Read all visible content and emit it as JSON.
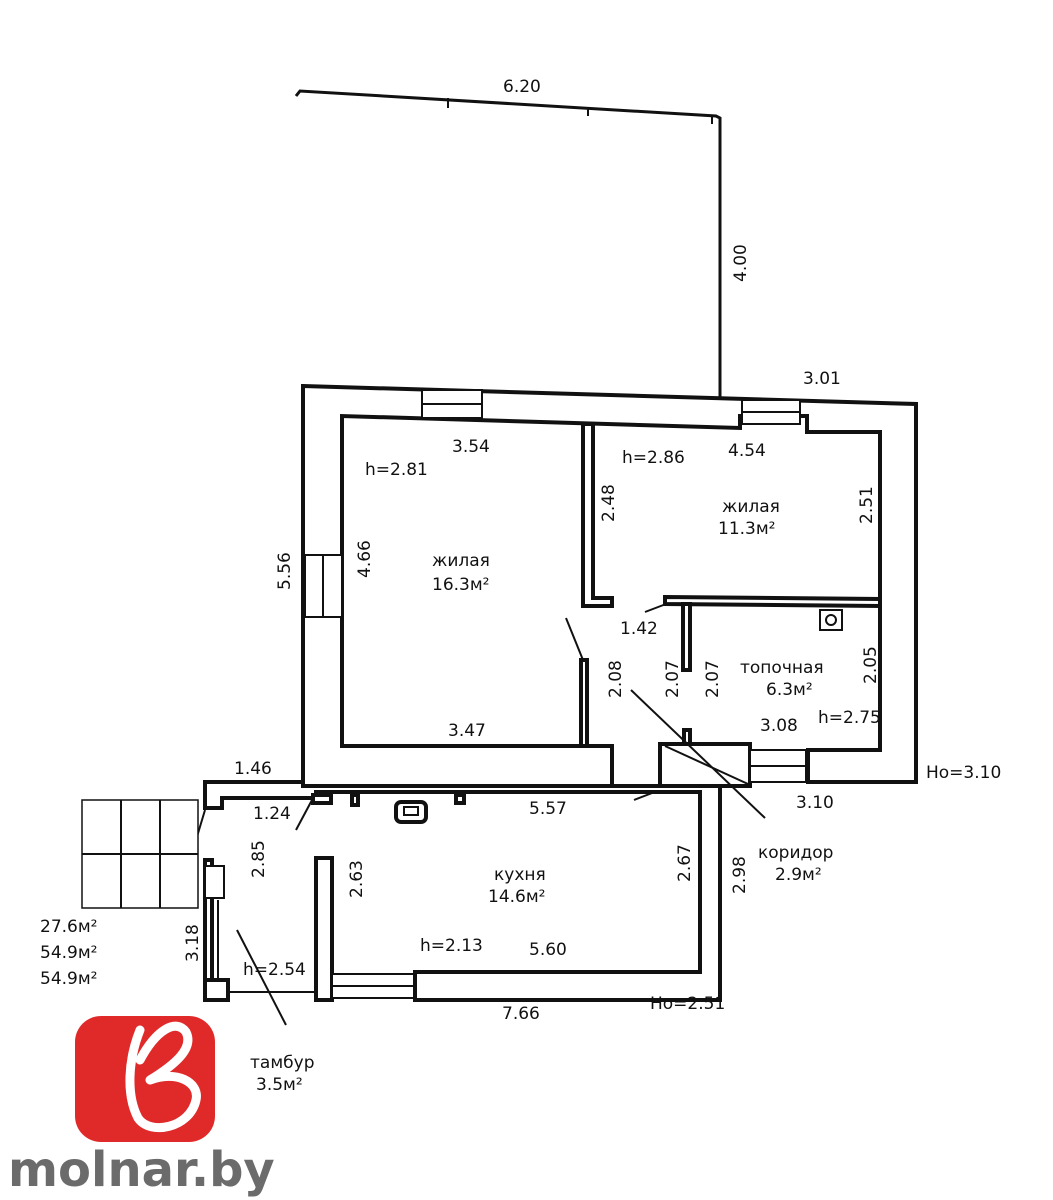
{
  "dimensions": {
    "top_ext_width": "6.20",
    "top_ext_height": "4.00",
    "right_top": "3.01",
    "room1_width": "3.54",
    "room1_h": "h=2.81",
    "room1_height": "4.66",
    "room1_height_outer": "5.56",
    "room1_width_bottom": "3.47",
    "room1_door": "2.08",
    "room2_h": "h=2.86",
    "room2_width": "4.54",
    "room2_height_left": "2.48",
    "room2_height_right": "2.51",
    "corr_1_42": "1.42",
    "corr_2_07a": "2.07",
    "corr_2_07b": "2.07",
    "boiler_height": "2.05",
    "boiler_width": "3.08",
    "boiler_h": "h=2.75",
    "ho_right": "Ho=3.10",
    "right_bottom": "3.10",
    "left_1_46": "1.46",
    "left_1_24": "1.24",
    "kitchen_top": "5.57",
    "kitchen_left": "2.63",
    "kitchen_right": "2.67",
    "kitchen_outer_right": "2.98",
    "kitchen_h": "h=2.13",
    "kitchen_bottom": "5.60",
    "vest_height": "2.85",
    "vest_outer": "3.18",
    "vest_h": "h=2.54",
    "bottom_total": "7.66",
    "ho_bottom": "Ho=2.51"
  },
  "rooms": {
    "room1_name": "жилая",
    "room1_area": "16.3м²",
    "room2_name": "жилая",
    "room2_area": "11.3м²",
    "boiler_name": "топочная",
    "boiler_area": "6.3м²",
    "corridor_name": "коридор",
    "corridor_area": "2.9м²",
    "kitchen_name": "кухня",
    "kitchen_area": "14.6м²",
    "vestibule_name": "тамбур",
    "vestibule_area": "3.5м²"
  },
  "totals": [
    "27.6м²",
    "54.9м²",
    "54.9м²"
  ],
  "brand": {
    "text": "molnar.by",
    "logo_color": "#e02a2a"
  }
}
